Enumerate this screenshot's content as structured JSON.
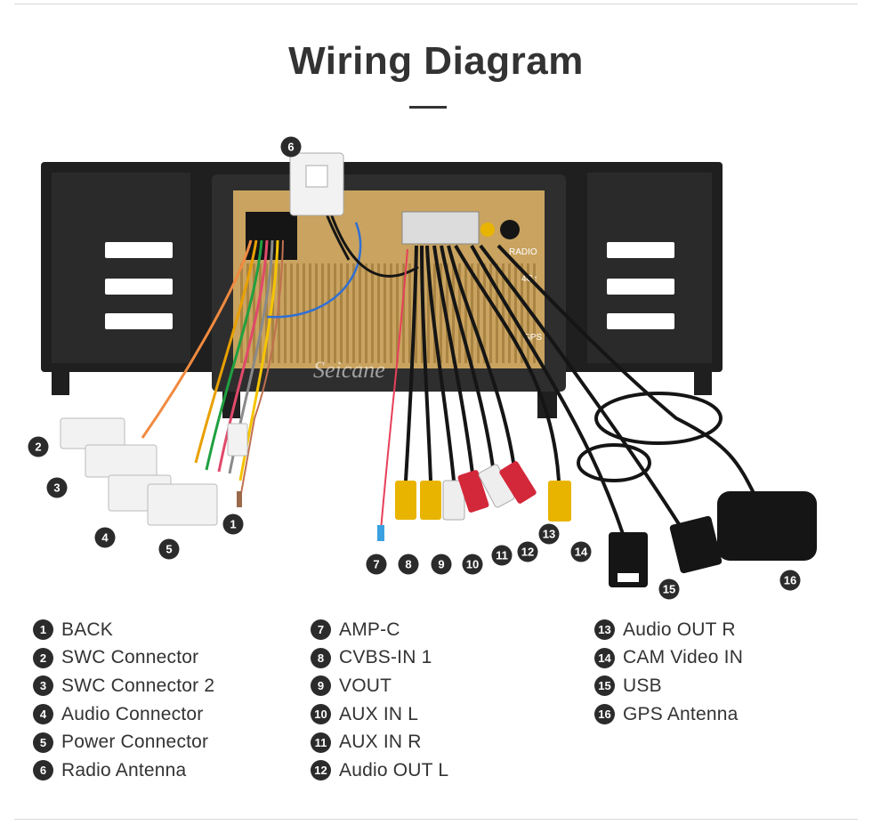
{
  "title": "Wiring Diagram",
  "watermark": "Seicane",
  "panel_labels": {
    "radio": "RADIO",
    "lte": "4G↑",
    "gps": "GPS"
  },
  "callouts": [
    "1",
    "2",
    "3",
    "4",
    "5",
    "6",
    "7",
    "8",
    "9",
    "10",
    "11",
    "12",
    "13",
    "14",
    "15",
    "16"
  ],
  "legend": {
    "col1": [
      {
        "num": "1",
        "label": "BACK"
      },
      {
        "num": "2",
        "label": "SWC Connector"
      },
      {
        "num": "3",
        "label": "SWC Connector 2"
      },
      {
        "num": "4",
        "label": "Audio Connector"
      },
      {
        "num": "5",
        "label": "Power Connector"
      },
      {
        "num": "6",
        "label": "Radio Antenna"
      }
    ],
    "col2": [
      {
        "num": "7",
        "label": "AMP-C"
      },
      {
        "num": "8",
        "label": "CVBS-IN 1"
      },
      {
        "num": "9",
        "label": "VOUT"
      },
      {
        "num": "10",
        "label": "AUX IN L"
      },
      {
        "num": "11",
        "label": "AUX IN R"
      },
      {
        "num": "12",
        "label": "Audio OUT L"
      }
    ],
    "col3": [
      {
        "num": "13",
        "label": "Audio OUT R"
      },
      {
        "num": "14",
        "label": "CAM Video IN"
      },
      {
        "num": "15",
        "label": "USB"
      },
      {
        "num": "16",
        "label": "GPS Antenna"
      }
    ]
  },
  "colors": {
    "frame": "#1f1f1f",
    "chassis": "#c9a35f",
    "chassis_fin": "#a98443",
    "rca_yellow": "#e8b400",
    "rca_red": "#d3283a",
    "rca_white": "#eeeeee",
    "cable_black": "#151515",
    "connector_white": "#f2f2f2",
    "wire_blue": "#2f6fd6"
  }
}
